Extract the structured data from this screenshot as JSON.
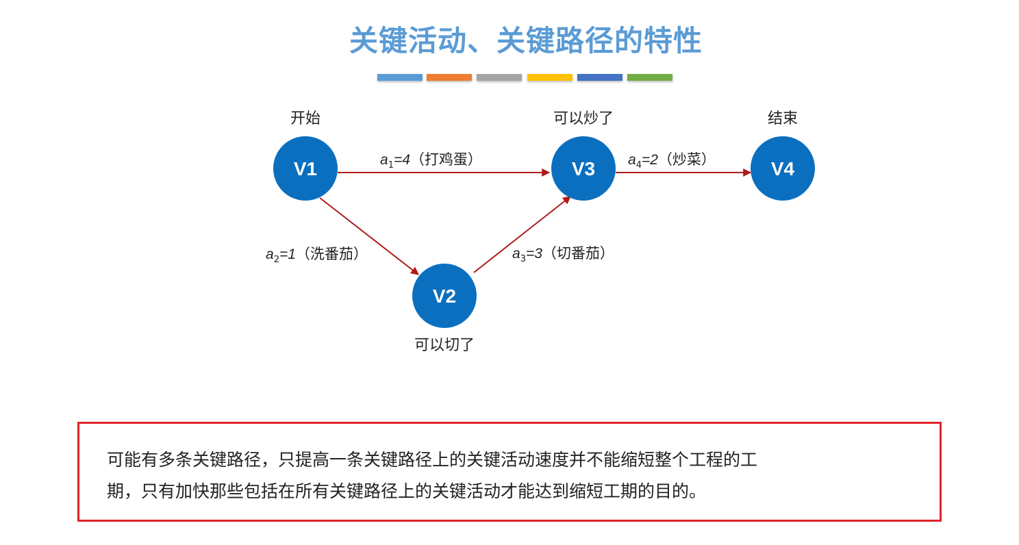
{
  "title": "关键活动、关键路径的特性",
  "strip_colors": [
    "#5b9bd5",
    "#ed7d31",
    "#a5a5a5",
    "#ffc000",
    "#4472c4",
    "#70ad47"
  ],
  "colors": {
    "title": "#5b9bd5",
    "node": "#0b6fbf",
    "edge": "#b01a1a",
    "note_border": "#e0222a"
  },
  "nodes": [
    {
      "id": "v1",
      "label": "V1",
      "caption": "开始"
    },
    {
      "id": "v2",
      "label": "V2",
      "caption": "可以切了"
    },
    {
      "id": "v3",
      "label": "V3",
      "caption": "可以炒了"
    },
    {
      "id": "v4",
      "label": "V4",
      "caption": "结束"
    }
  ],
  "edges": [
    {
      "id": "a1",
      "from": "v1",
      "to": "v3",
      "var": "a",
      "sub": "1",
      "expr": "=4",
      "desc": "（打鸡蛋）"
    },
    {
      "id": "a2",
      "from": "v1",
      "to": "v2",
      "var": "a",
      "sub": "2",
      "expr": "=1",
      "desc": "（洗番茄）"
    },
    {
      "id": "a3",
      "from": "v2",
      "to": "v3",
      "var": "a",
      "sub": "3",
      "expr": "=3",
      "desc": "（切番茄）"
    },
    {
      "id": "a4",
      "from": "v3",
      "to": "v4",
      "var": "a",
      "sub": "4",
      "expr": "=2",
      "desc": "（炒菜）"
    }
  ],
  "note": {
    "line1": "可能有多条关键路径，只提高一条关键路径上的关键活动速度并不能缩短整个工程的工",
    "line2": "期，只有加快那些包括在所有关键路径上的关键活动才能达到缩短工期的目的。"
  }
}
